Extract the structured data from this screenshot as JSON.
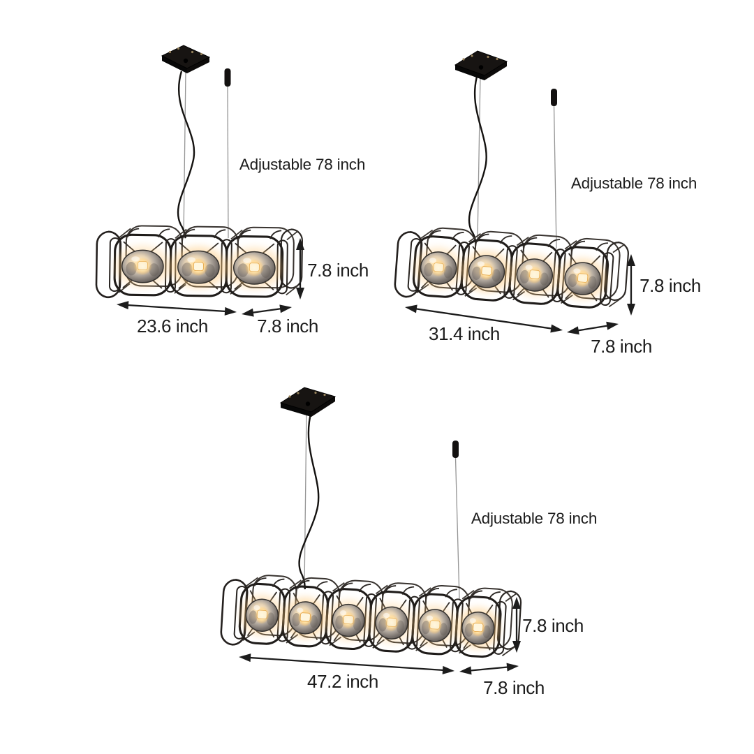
{
  "page": {
    "background": "#ffffff",
    "description": "Dimension diagram of three linear cage pendant chandeliers"
  },
  "colors": {
    "annotation": "#1c1c1c",
    "frame": "#1f1c1a",
    "glow": "#f2b25a"
  },
  "fixtures": [
    {
      "name": "3-light linear cage chandelier",
      "lights": 3,
      "labels": {
        "adjustable": "Adjustable 78 inch",
        "height": "7.8 inch",
        "length": "23.6 inch",
        "depth": "7.8 inch"
      }
    },
    {
      "name": "4-light linear cage chandelier",
      "lights": 4,
      "labels": {
        "adjustable": "Adjustable 78 inch",
        "height": "7.8 inch",
        "length": "31.4 inch",
        "depth": "7.8 inch"
      }
    },
    {
      "name": "6-light linear cage chandelier",
      "lights": 6,
      "labels": {
        "adjustable": "Adjustable 78 inch",
        "height": "7.8 inch",
        "length": "47.2 inch",
        "depth": "7.8 inch"
      }
    }
  ]
}
